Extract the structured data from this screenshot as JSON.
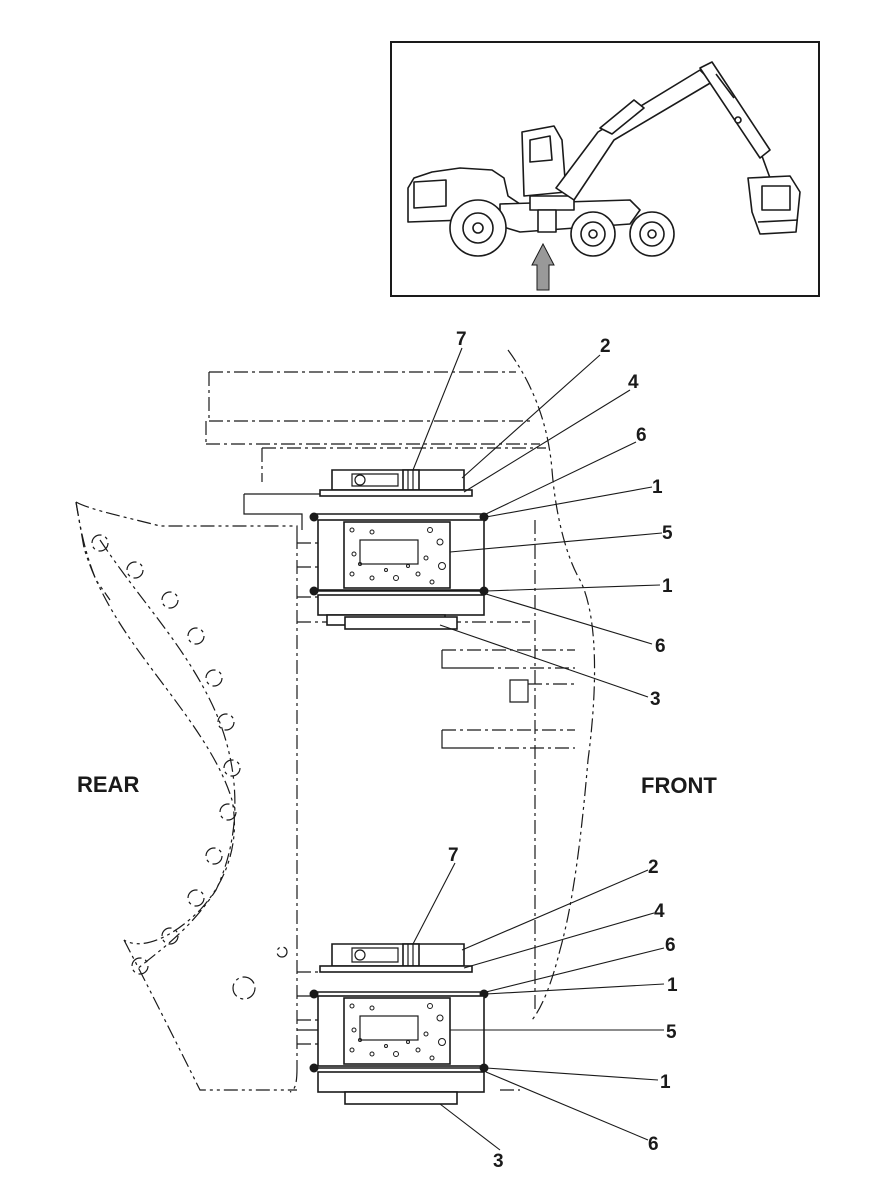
{
  "colors": {
    "ink": "#1a1a1a",
    "background": "#ffffff",
    "arrow": "#999999"
  },
  "labels": {
    "rear": "REAR",
    "front": "FRONT"
  },
  "upper_callouts": [
    "7",
    "2",
    "4",
    "6",
    "1",
    "5",
    "1",
    "6",
    "3"
  ],
  "lower_callouts": [
    "7",
    "2",
    "4",
    "6",
    "1",
    "5",
    "1",
    "6",
    "3"
  ],
  "inset": {
    "icon": "harvester-machine-icon",
    "pointer": "up-arrow-icon"
  }
}
